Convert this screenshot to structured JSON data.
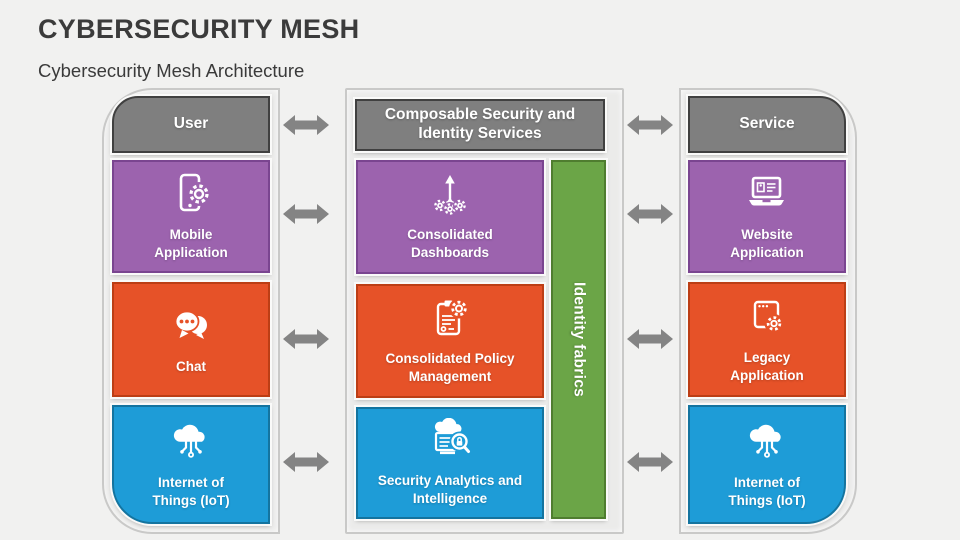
{
  "page": {
    "title": "CYBERSECURITY MESH",
    "subtitle": "Cybersecurity Mesh Architecture"
  },
  "colors": {
    "purple": "#9C63AE",
    "purple_border": "#7A4590",
    "orange": "#E65228",
    "orange_border": "#BC3E15",
    "blue": "#1E9CD7",
    "blue_border": "#14749F",
    "green": "#6BA547",
    "green_border": "#4F7D2F",
    "gray": "#7F7F7F",
    "gray_border": "#404040",
    "arrow": "#848484"
  },
  "columns": {
    "user": {
      "header": "User",
      "items": [
        {
          "label": "Mobile Application",
          "icon": "mobile-gear-icon",
          "color": "purple"
        },
        {
          "label": "Chat",
          "icon": "chat-icon",
          "color": "orange"
        },
        {
          "label": "Internet of Things (IoT)",
          "icon": "iot-cloud-icon",
          "color": "blue"
        }
      ]
    },
    "composable": {
      "header": "Composable Security and Identity Services",
      "items": [
        {
          "label": "Consolidated Dashboards",
          "icon": "consolidated-gears-icon",
          "color": "purple"
        },
        {
          "label": "Consolidated Policy Management",
          "icon": "policy-clipboard-icon",
          "color": "orange"
        },
        {
          "label": "Security Analytics and Intelligence",
          "icon": "analytics-search-icon",
          "color": "blue"
        }
      ],
      "identity_bar": "Identity fabrics"
    },
    "service": {
      "header": "Service",
      "items": [
        {
          "label": "Website Application",
          "icon": "laptop-icon",
          "color": "purple"
        },
        {
          "label": "Legacy Application",
          "icon": "legacy-browser-icon",
          "color": "orange"
        },
        {
          "label": "Internet of Things (IoT)",
          "icon": "iot-cloud-icon",
          "color": "blue"
        }
      ]
    }
  },
  "connectors": {
    "icon": "bidirectional-arrow-icon",
    "count": 8
  }
}
